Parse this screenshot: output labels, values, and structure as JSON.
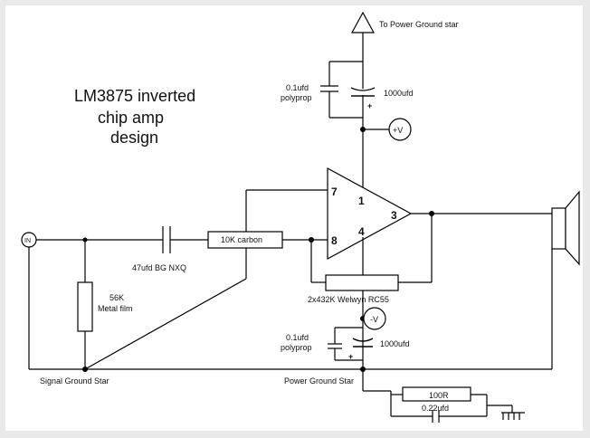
{
  "title_lines": [
    "LM3875 inverted",
    "chip amp",
    "design"
  ],
  "labels": {
    "power_ground_star_top": "To Power Ground star",
    "cap_01_top": [
      "0.1ufd",
      "polyprop"
    ],
    "cap_1000_top": "1000ufd",
    "plus_v": "+V",
    "minus_v": "-V",
    "input": "IN",
    "cap_47": "47ufd BG NXQ",
    "res_10k": "10K carbon",
    "res_56k": [
      "56K",
      "Metal film"
    ],
    "res_feedback": "2x432K Welwyn RC55",
    "cap_01_bottom": [
      "0.1ufd",
      "polyprop"
    ],
    "cap_1000_bottom": "1000ufd",
    "signal_ground_star": "Signal Ground Star",
    "power_ground_star": "Power Ground Star",
    "res_100r": "100R",
    "cap_022": "0.22ufd",
    "plus_sign": "+",
    "pins": [
      "7",
      "1",
      "3",
      "4",
      "8"
    ]
  }
}
